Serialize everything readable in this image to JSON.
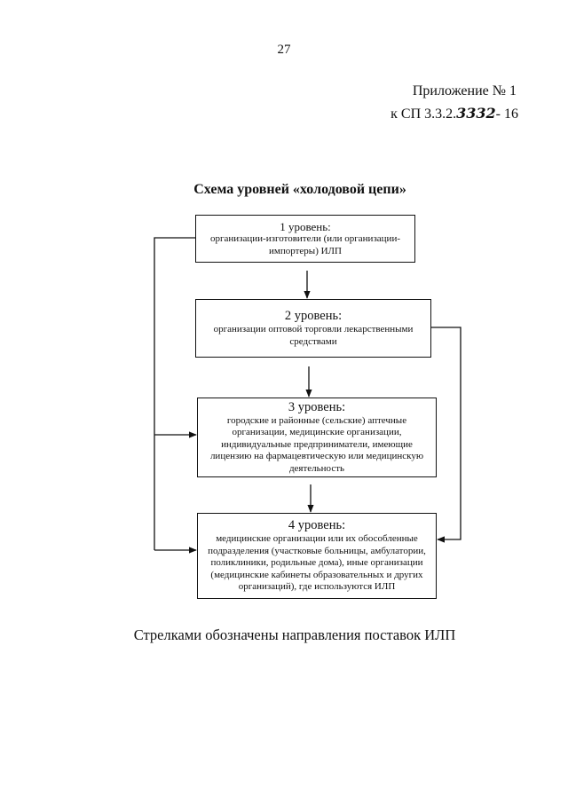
{
  "page": {
    "number": "27",
    "appendix": {
      "title": "Приложение № 1",
      "ref_prefix": "к СП 3.3.2.",
      "ref_handwritten": "3332",
      "ref_suffix": "- 16"
    }
  },
  "diagram": {
    "title": "Схема уровней «холодовой цепи»",
    "levels": [
      {
        "heading": "1 уровень:",
        "text": "организации-изготовители (или организации-импортеры) ИЛП"
      },
      {
        "heading": "2 уровень:",
        "text": "организации оптовой торговли лекарственными средствами"
      },
      {
        "heading": "3 уровень:",
        "text": "городские и районные (сельские) аптечные организации, медицинские организации, индивидуальные предприниматели, имеющие лицензию на фармацевтическую или медицинскую деятельность"
      },
      {
        "heading": "4 уровень:",
        "text": "медицинские организации или их обособленные подразделения (участковые больницы, амбулатории, поликлиники, родильные дома), иные организации (медицинские кабинеты образовательных и других организаций), где используются ИЛП"
      }
    ],
    "edges": [
      {
        "from": 1,
        "to": 2
      },
      {
        "from": 2,
        "to": 3
      },
      {
        "from": 3,
        "to": 4
      },
      {
        "from": 1,
        "to": 3
      },
      {
        "from": 1,
        "to": 4
      },
      {
        "from": 2,
        "to": 4
      }
    ],
    "caption": "Стрелками обозначены направления поставок ИЛП",
    "line_color": "#111111"
  }
}
